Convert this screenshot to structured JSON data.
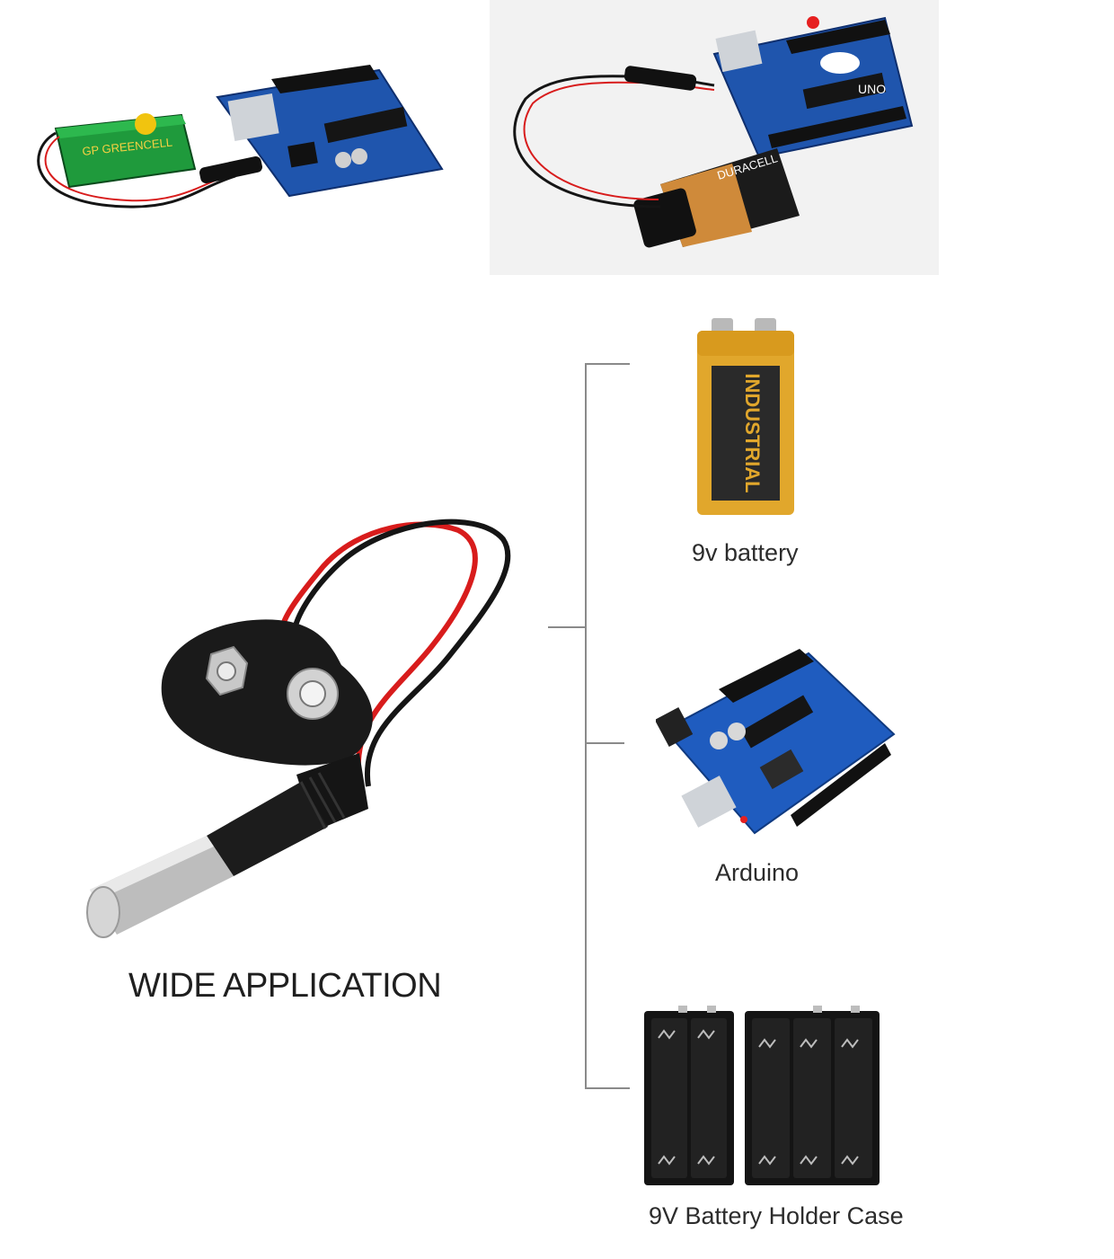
{
  "labels": {
    "wide_application": "WIDE APPLICATION",
    "battery": "9v battery",
    "arduino": "Arduino",
    "holder": "9V Battery Holder Case"
  },
  "battery_brands": {
    "left_photo": "GP GREENCELL",
    "right_photo": "DURACELL",
    "industrial": "INDUSTRIAL",
    "uno_board": "UNO"
  },
  "colors": {
    "wire_red": "#d81c1c",
    "wire_black": "#151515",
    "board_blue": "#1d4fa8",
    "battery_gold": "#e1a72c"
  }
}
